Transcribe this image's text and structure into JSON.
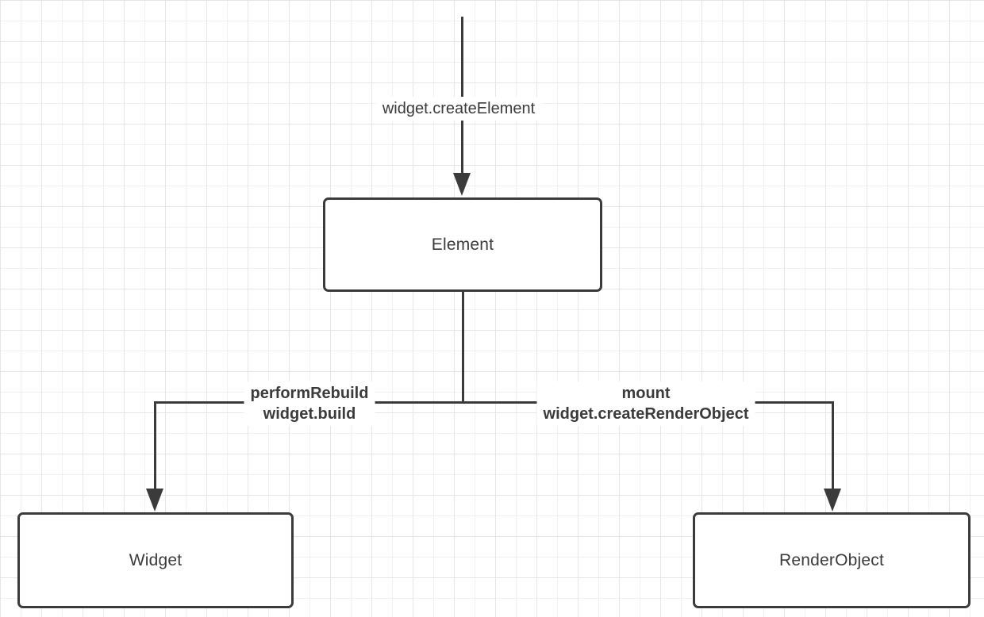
{
  "diagram": {
    "type": "flowchart",
    "nodes": [
      {
        "id": "element",
        "label": "Element"
      },
      {
        "id": "widget",
        "label": "Widget"
      },
      {
        "id": "renderobject",
        "label": "RenderObject"
      }
    ],
    "edges": [
      {
        "from": "top",
        "to": "element",
        "label": "widget.createElement"
      },
      {
        "from": "element",
        "to": "widget",
        "label_line1": "performRebuild",
        "label_line2": "widget.build"
      },
      {
        "from": "element",
        "to": "renderobject",
        "label_line1": "mount",
        "label_line2": "widget.createRenderObject"
      }
    ],
    "colors": {
      "stroke": "#3b3b3b",
      "text": "#3b3b3b",
      "node_fill": "#ffffff",
      "background": "#ffffff",
      "grid_minor": "#f1f1f1",
      "grid_major": "#e6e6e6"
    }
  }
}
